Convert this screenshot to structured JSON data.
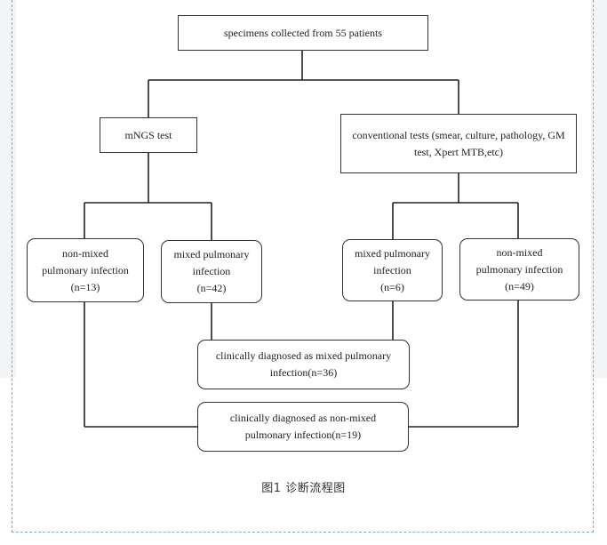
{
  "diagram": {
    "root": "specimens collected from 55 patients",
    "left_branch": "mNGS test",
    "right_branch": "conventional tests (smear, culture, pathology, GM test, Xpert MTB,etc)",
    "mngs_non_mixed": "non-mixed\npulmonary infection\n(n=13)",
    "mngs_mixed": "mixed pulmonary\ninfection\n(n=42)",
    "conv_mixed": "mixed pulmonary\ninfection\n(n=6)",
    "conv_non_mixed": "non-mixed\npulmonary infection\n(n=49)",
    "clinical_mixed": "clinically diagnosed as mixed pulmonary\ninfection(n=36)",
    "clinical_non_mixed": "clinically diagnosed as non-mixed\npulmonary infection(n=19)"
  },
  "caption": "图1  诊断流程图"
}
